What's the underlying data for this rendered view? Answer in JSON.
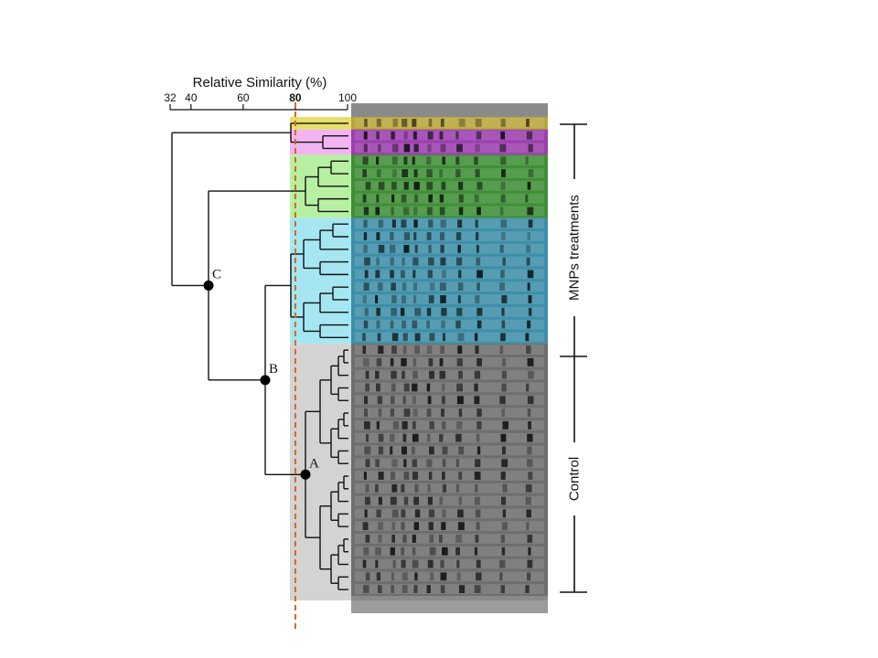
{
  "axis": {
    "title": "Relative Similarity (%)",
    "ticks": [
      {
        "label": "32",
        "value": 32
      },
      {
        "label": "40",
        "value": 40
      },
      {
        "label": "60",
        "value": 60
      },
      {
        "label": "80",
        "value": 80,
        "color": "#d2691e"
      },
      {
        "label": "100",
        "value": 100
      }
    ],
    "cutoff_value": 80,
    "cutoff_color": "#d2691e"
  },
  "nodes": [
    {
      "label": "A",
      "similarity": 86
    },
    {
      "label": "B",
      "similarity": 71
    },
    {
      "label": "C",
      "similarity": 47
    }
  ],
  "groups": [
    {
      "label": "MNPs treatments"
    },
    {
      "label": "Control"
    }
  ],
  "clusters": [
    {
      "color": "#e6e06a",
      "gel_color": "#b9a639",
      "lanes": 1
    },
    {
      "color": "#f2b4f2",
      "gel_color": "#9c3fae",
      "lanes": 2
    },
    {
      "color": "#b7f0a2",
      "gel_color": "#3f8f36",
      "lanes": 5
    },
    {
      "color": "#a5e6f2",
      "gel_color": "#3d8fa8",
      "lanes": 10
    },
    {
      "color": "#d3d3d3",
      "gel_color": "#6e6e6e",
      "lanes": 20
    }
  ]
}
